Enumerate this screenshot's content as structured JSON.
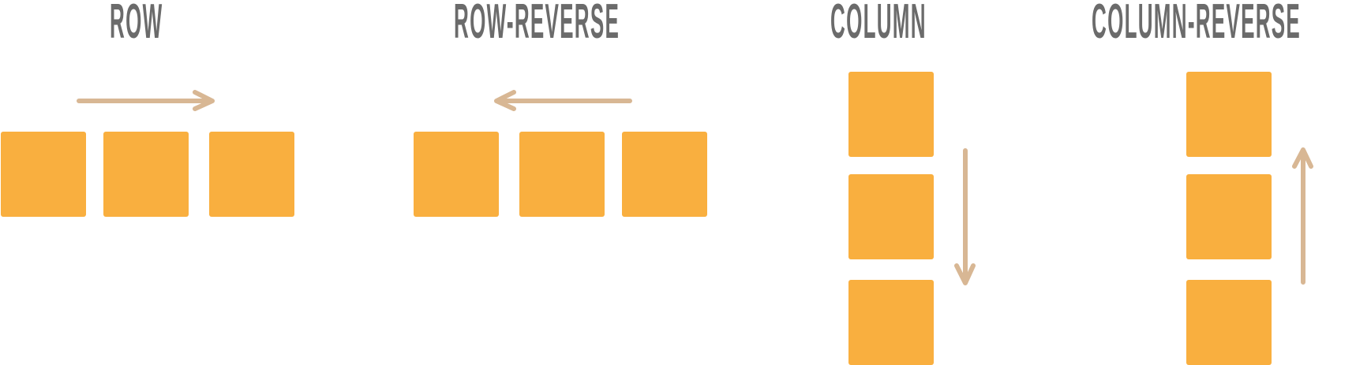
{
  "colors": {
    "box": "#F9AF3F",
    "arrow": "#D8B794",
    "title": "#6B6B6B"
  },
  "panels": [
    {
      "title": "ROW",
      "direction": "right",
      "box_count": 3
    },
    {
      "title": "ROW-REVERSE",
      "direction": "left",
      "box_count": 3
    },
    {
      "title": "COLUMN",
      "direction": "down",
      "box_count": 3
    },
    {
      "title": "COLUMN-REVERSE",
      "direction": "up",
      "box_count": 3
    }
  ]
}
